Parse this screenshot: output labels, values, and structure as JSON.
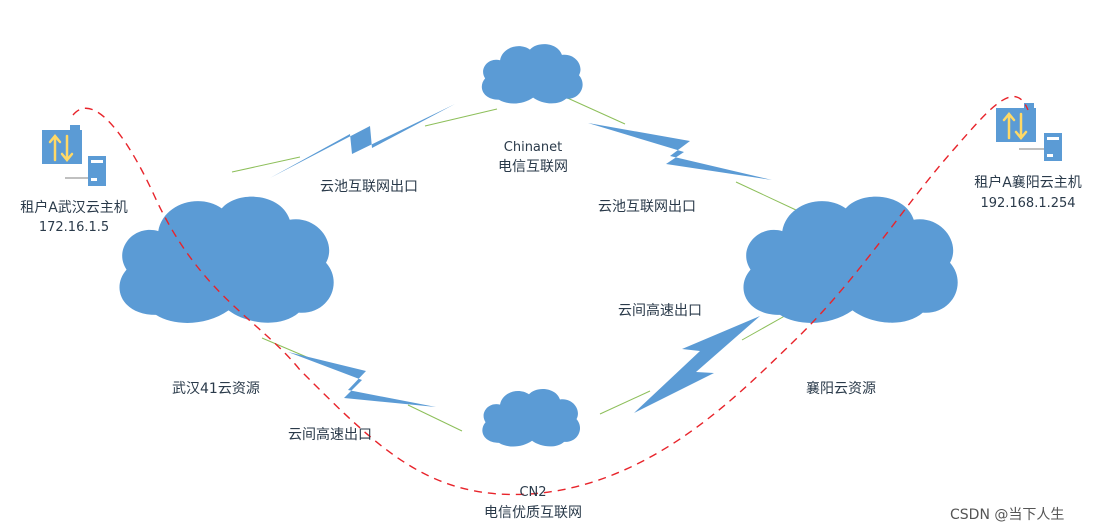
{
  "colors": {
    "cloud": "#5b9bd5",
    "link": "#8dbf5a",
    "bolt": "#5b9bd5",
    "path": "#e8242b",
    "icon": "#5b9bd5",
    "icon_arrow": "#ffd966"
  },
  "icons": {
    "router_left": "router-icon",
    "server_left": "server-icon",
    "router_right": "router-icon",
    "server_right": "server-icon"
  },
  "labels": {
    "chinanet_en": "Chinanet",
    "chinanet_cn": "电信互联网",
    "cn2_en": "CN2",
    "cn2_cn": "电信优质互联网",
    "wuhan_name": "武汉41云资源",
    "xiangyang_name": "襄阳云资源",
    "tenant_left_name": "租户A武汉云主机",
    "tenant_left_ip": "172.16.1.5",
    "tenant_right_name": "租户A襄阳云主机",
    "tenant_right_ip": "192.168.1.254",
    "exit_internet_left": "云池互联网出口",
    "exit_internet_right": "云池互联网出口",
    "exit_highspeed_left": "云间高速出口",
    "exit_highspeed_right": "云间高速出口",
    "watermark": "CSDN @当下人生"
  }
}
